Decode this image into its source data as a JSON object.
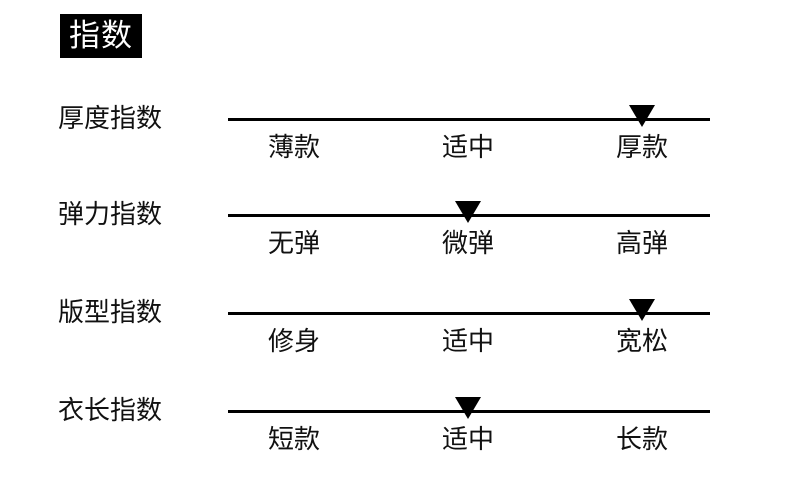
{
  "panel": {
    "title": "指数",
    "title_bg": "#000000",
    "title_fg": "#ffffff",
    "line_color": "#000000",
    "marker_color": "#000000",
    "background": "#ffffff",
    "text_color": "#111111"
  },
  "rows": [
    {
      "label": "厚度指数",
      "options": [
        "薄款",
        "适中",
        "厚款"
      ],
      "selected_index": 2,
      "selected_value": "厚款"
    },
    {
      "label": "弹力指数",
      "options": [
        "无弹",
        "微弹",
        "高弹"
      ],
      "selected_index": 1,
      "selected_value": "微弹"
    },
    {
      "label": "版型指数",
      "options": [
        "修身",
        "适中",
        "宽松"
      ],
      "selected_index": 2,
      "selected_value": "宽松"
    },
    {
      "label": "衣长指数",
      "options": [
        "短款",
        "适中",
        "长款"
      ],
      "selected_index": 1,
      "selected_value": "适中"
    }
  ]
}
